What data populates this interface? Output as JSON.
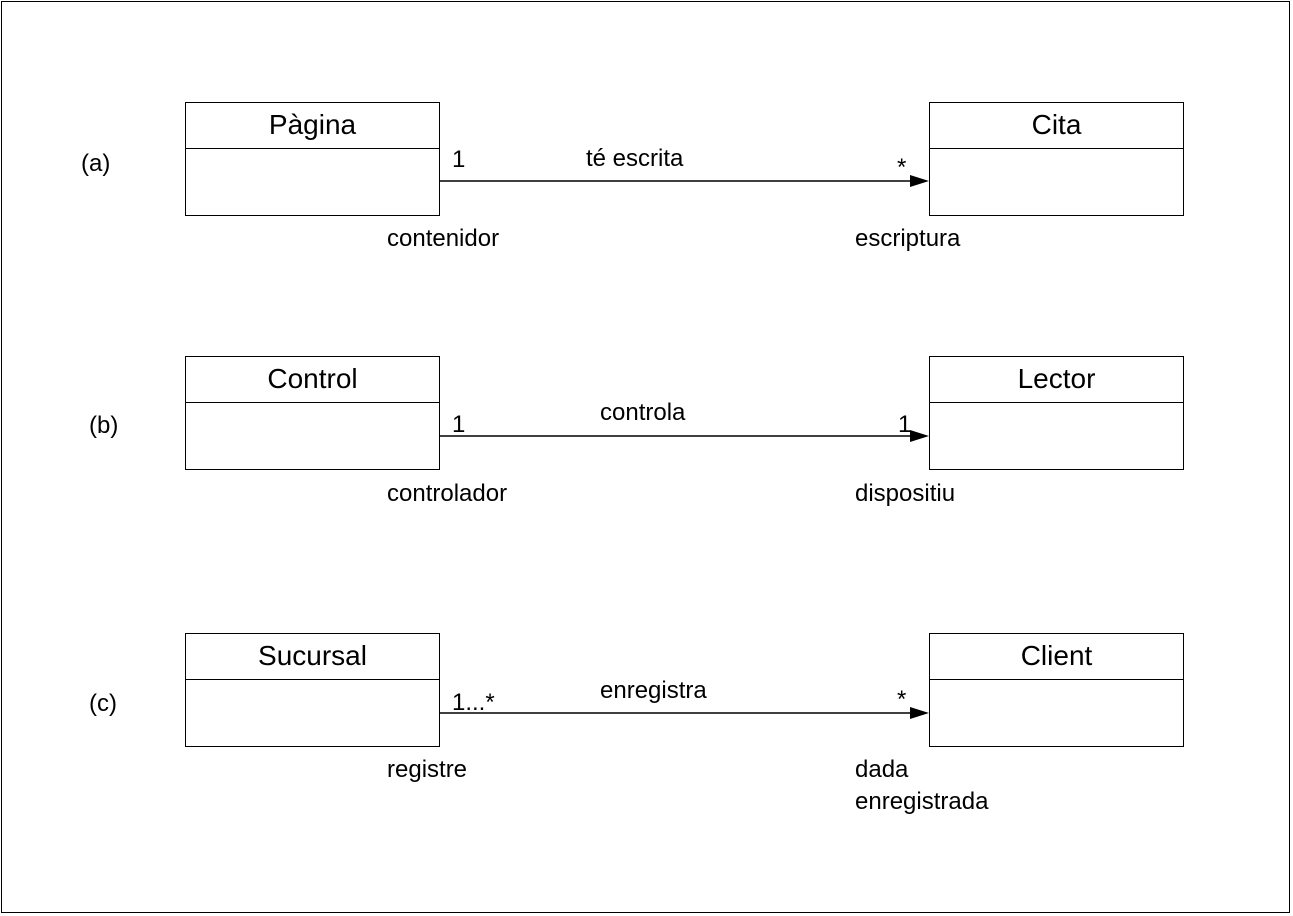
{
  "diagrams": [
    {
      "tag": "(a)",
      "source_class": "Pàgina",
      "target_class": "Cita",
      "association": "té escrita",
      "source_multiplicity": "1",
      "target_multiplicity": "*",
      "source_role": "contenidor",
      "target_role": "escriptura"
    },
    {
      "tag": "(b)",
      "source_class": "Control",
      "target_class": "Lector",
      "association": "controla",
      "source_multiplicity": "1",
      "target_multiplicity": "1",
      "source_role": "controlador",
      "target_role": "dispositiu"
    },
    {
      "tag": "(c)",
      "source_class": "Sucursal",
      "target_class": "Client",
      "association": "enregistra",
      "source_multiplicity": "1...*",
      "target_multiplicity": "*",
      "source_role": "registre",
      "target_role": "dada enregistrada"
    }
  ]
}
